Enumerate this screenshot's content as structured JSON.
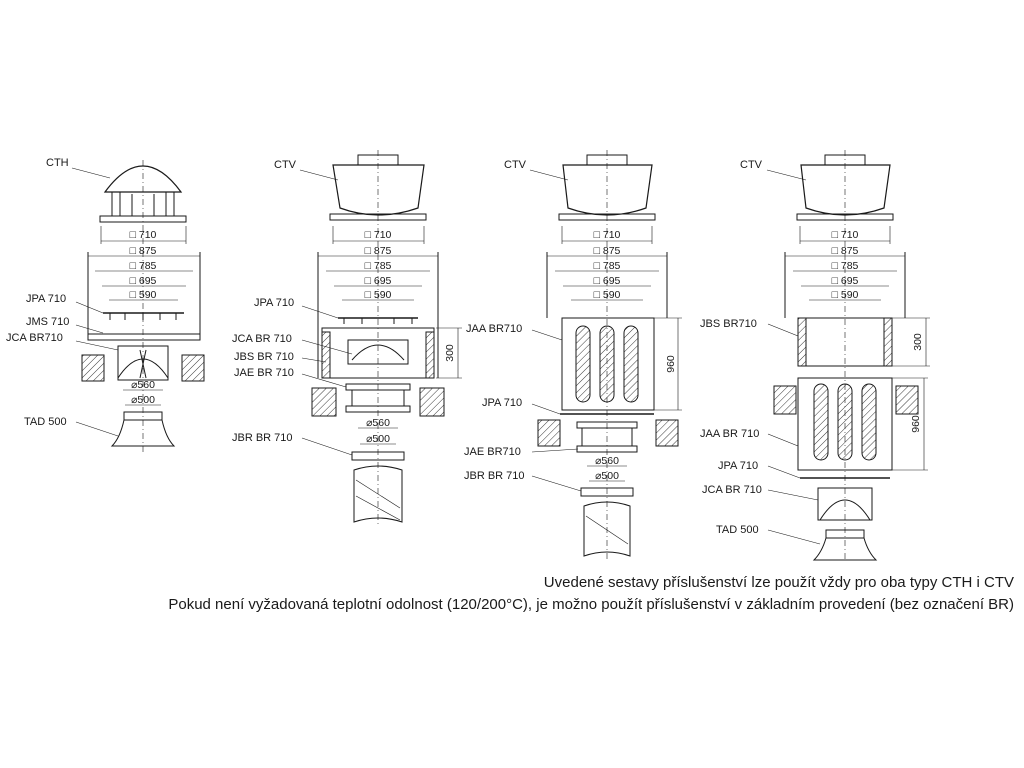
{
  "units": {
    "col1": "CTH",
    "col2": "CTV",
    "col3": "CTV",
    "col4": "CTV"
  },
  "dimensions": {
    "d710": "□ 710",
    "d875": "□ 875",
    "d785": "□ 785",
    "d695": "□ 695",
    "d590": "□ 590",
    "d560": "⌀560",
    "d500": "⌀500",
    "h300": "300",
    "h960": "960"
  },
  "components": {
    "jpa": "JPA 710",
    "jms": "JMS 710",
    "jca": "JCA BR710",
    "tad": "TAD 500",
    "jca_sp": "JCA BR 710",
    "jbs": "JBS BR710",
    "jbs_sp": "JBS BR 710",
    "jae": "JAE BR710",
    "jae_sp": "JAE BR 710",
    "jbr": "JBR BR710",
    "jbr_sp": "JBR BR 710",
    "jaa": "JAA BR710",
    "jaa_sp": "JAA BR 710"
  },
  "notes": {
    "line1": "Uvedené sestavy příslušenství lze použít vždy pro oba typy CTH i CTV",
    "line2": "Pokud není vyžadovaná teplotní odolnost (120/200°C), je možno použít příslušenství v základním provedení (bez označení BR)"
  },
  "colors": {
    "line": "#1a1a1a",
    "hatch": "#3a3a3a"
  }
}
